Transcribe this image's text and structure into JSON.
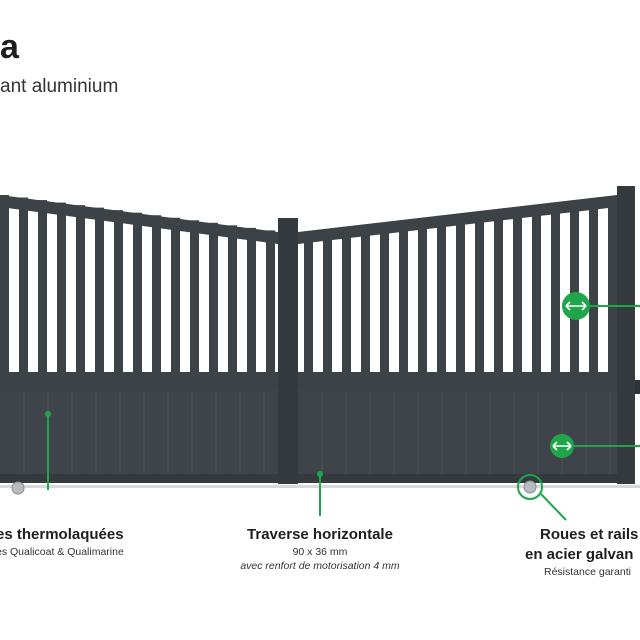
{
  "header": {
    "title": "a",
    "subtitle": "ant aluminium"
  },
  "annotations": {
    "left": {
      "title": "es thermolaquées",
      "sub": "es Qualicoat & Qualimarine"
    },
    "center": {
      "title": "Traverse horizontale",
      "dimensions": "90 x 36 mm",
      "note": "avec renfort de motorisation 4 mm"
    },
    "right": {
      "title_line1": "Roues et rails",
      "title_line2": "en acier galvan",
      "sub": "Résistance garanti"
    }
  },
  "colors": {
    "gate": "#3d4247",
    "gate_dark": "#2f3438",
    "accent": "#1fa64a",
    "text": "#1f1f1f"
  },
  "icons": [
    "arrow-left-right-icon",
    "wheel-icon"
  ]
}
